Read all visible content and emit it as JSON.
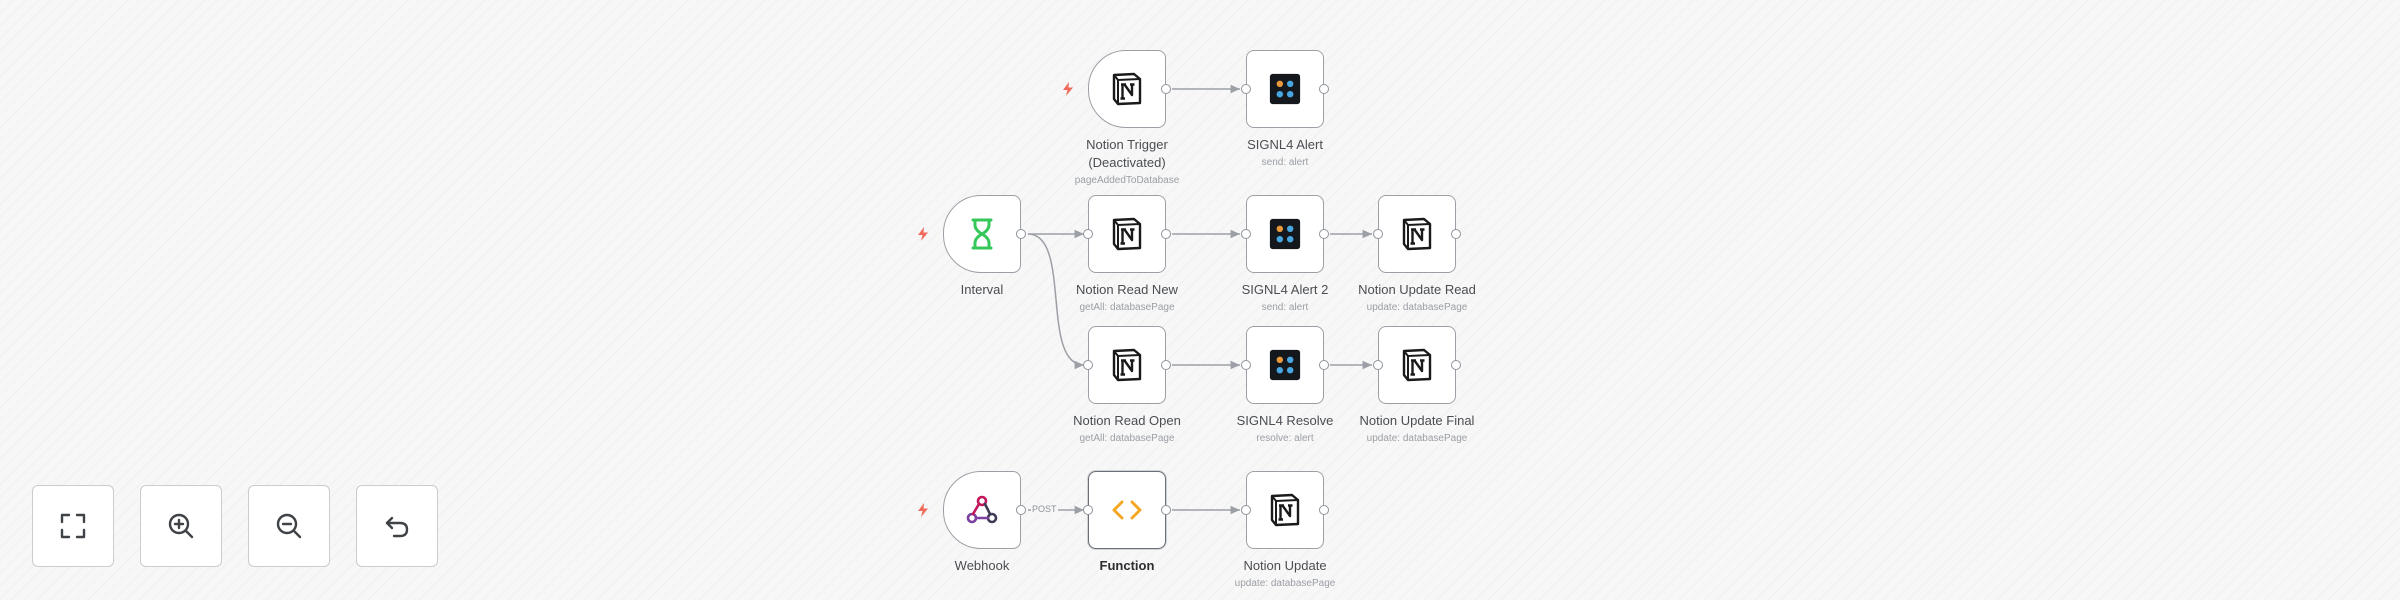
{
  "canvas": {
    "background": "#f7f7f7",
    "edge_color": "#9ca0a6",
    "trigger_marker_color": "#ef6a5a"
  },
  "nodes": {
    "notion_trigger": {
      "name": "Notion Trigger (Deactivated)",
      "subtitle": "pageAddedToDatabase",
      "icon": "notion-icon"
    },
    "signl4_alert": {
      "name": "SIGNL4 Alert",
      "subtitle": "send: alert",
      "icon": "signl4-icon"
    },
    "interval": {
      "name": "Interval",
      "subtitle": "",
      "icon": "hourglass-icon"
    },
    "notion_read_new": {
      "name": "Notion Read New",
      "subtitle": "getAll: databasePage",
      "icon": "notion-icon"
    },
    "signl4_alert_2": {
      "name": "SIGNL4 Alert 2",
      "subtitle": "send: alert",
      "icon": "signl4-icon"
    },
    "notion_update_read": {
      "name": "Notion Update Read",
      "subtitle": "update: databasePage",
      "icon": "notion-icon"
    },
    "notion_read_open": {
      "name": "Notion Read Open",
      "subtitle": "getAll: databasePage",
      "icon": "notion-icon"
    },
    "signl4_resolve": {
      "name": "SIGNL4 Resolve",
      "subtitle": "resolve: alert",
      "icon": "signl4-icon"
    },
    "notion_update_final": {
      "name": "Notion Update Final",
      "subtitle": "update: databasePage",
      "icon": "notion-icon"
    },
    "webhook": {
      "name": "Webhook",
      "subtitle": "",
      "icon": "webhook-icon"
    },
    "function": {
      "name": "Function",
      "subtitle": "",
      "icon": "code-icon"
    },
    "notion_update": {
      "name": "Notion Update",
      "subtitle": "update: databasePage",
      "icon": "notion-icon"
    }
  },
  "edge_labels": {
    "webhook_to_function": "POST"
  },
  "controls": {
    "fit_view": {
      "icon": "fit-view-icon"
    },
    "zoom_in": {
      "icon": "zoom-in-icon"
    },
    "zoom_out": {
      "icon": "zoom-out-icon"
    },
    "reset": {
      "icon": "undo-icon"
    }
  }
}
